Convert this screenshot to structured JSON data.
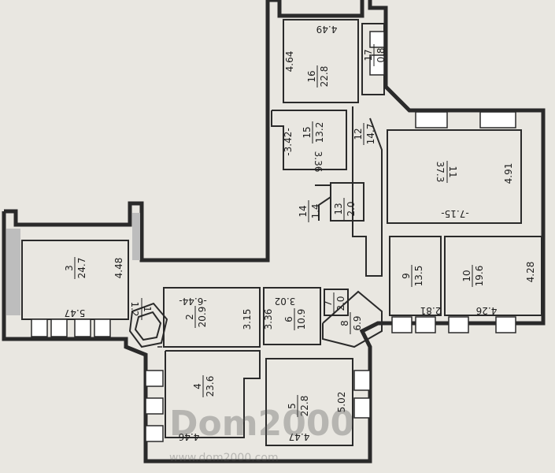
{
  "rooms": [
    {
      "num": "1",
      "area": "1.2"
    },
    {
      "num": "2",
      "area": "20.9"
    },
    {
      "num": "3",
      "area": "24.7"
    },
    {
      "num": "4",
      "area": "23.6"
    },
    {
      "num": "5",
      "area": "22.8"
    },
    {
      "num": "6",
      "area": "10.9"
    },
    {
      "num": "7",
      "area": "2.0"
    },
    {
      "num": "8",
      "area": "6.9"
    },
    {
      "num": "9",
      "area": "13.5"
    },
    {
      "num": "10",
      "area": "19.6"
    },
    {
      "num": "11",
      "area": "37.3"
    },
    {
      "num": "12",
      "area": "14.7"
    },
    {
      "num": "13",
      "area": "2.0"
    },
    {
      "num": "14",
      "area": "1.4"
    },
    {
      "num": "15",
      "area": "13.2"
    },
    {
      "num": "16",
      "area": "22.8"
    },
    {
      "num": "17",
      "area": "0.8"
    }
  ],
  "dimensions": [
    "4.49",
    "4.64",
    "-3.42-",
    "3.36",
    "4.91",
    "-7.15-",
    "4.48",
    "5.47",
    "-6.44-",
    "3.15",
    "3.02",
    "3.36",
    "2.81",
    "4.26",
    "4.28",
    "5.02",
    "4.47",
    "4.46"
  ],
  "watermark": {
    "brand": "Dom2000",
    "url": "www.dom2000.com"
  }
}
